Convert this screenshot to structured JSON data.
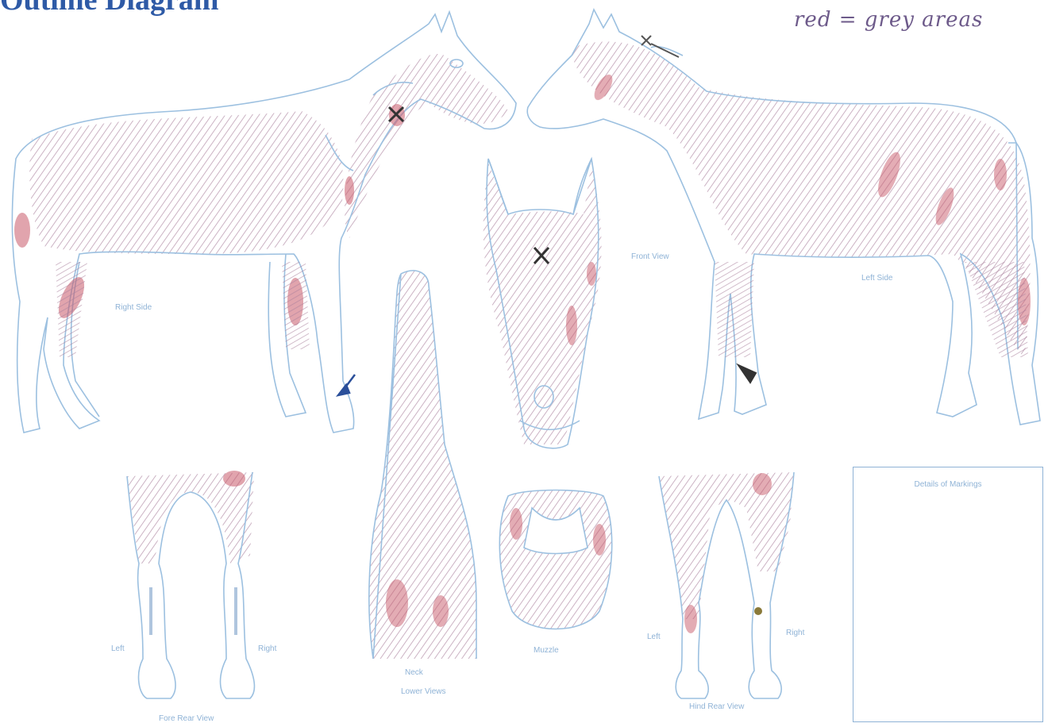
{
  "title": "Outline Diagram",
  "note": "red = grey areas",
  "labels": {
    "right_side": "Right Side",
    "left_side": "Left Side",
    "left_side_view": "Left Side",
    "head_front": "Front View",
    "neck_under": "Neck",
    "neck_under_sub": "Lower Views",
    "muzzle": "Muzzle",
    "fore_left": "Left",
    "fore_right": "Right",
    "fore_caption": "Fore Rear View",
    "hind_left": "Left",
    "hind_right": "Right",
    "hind_caption": "Hind Rear View",
    "box": "Details of Markings"
  },
  "colors": {
    "outline": "#9cc0e0",
    "hatch": "#a9809c",
    "red_patch": "#c85a6a",
    "title": "#2e5aa6",
    "marker": "#333333",
    "arrow_blue": "#2a4f9a"
  }
}
